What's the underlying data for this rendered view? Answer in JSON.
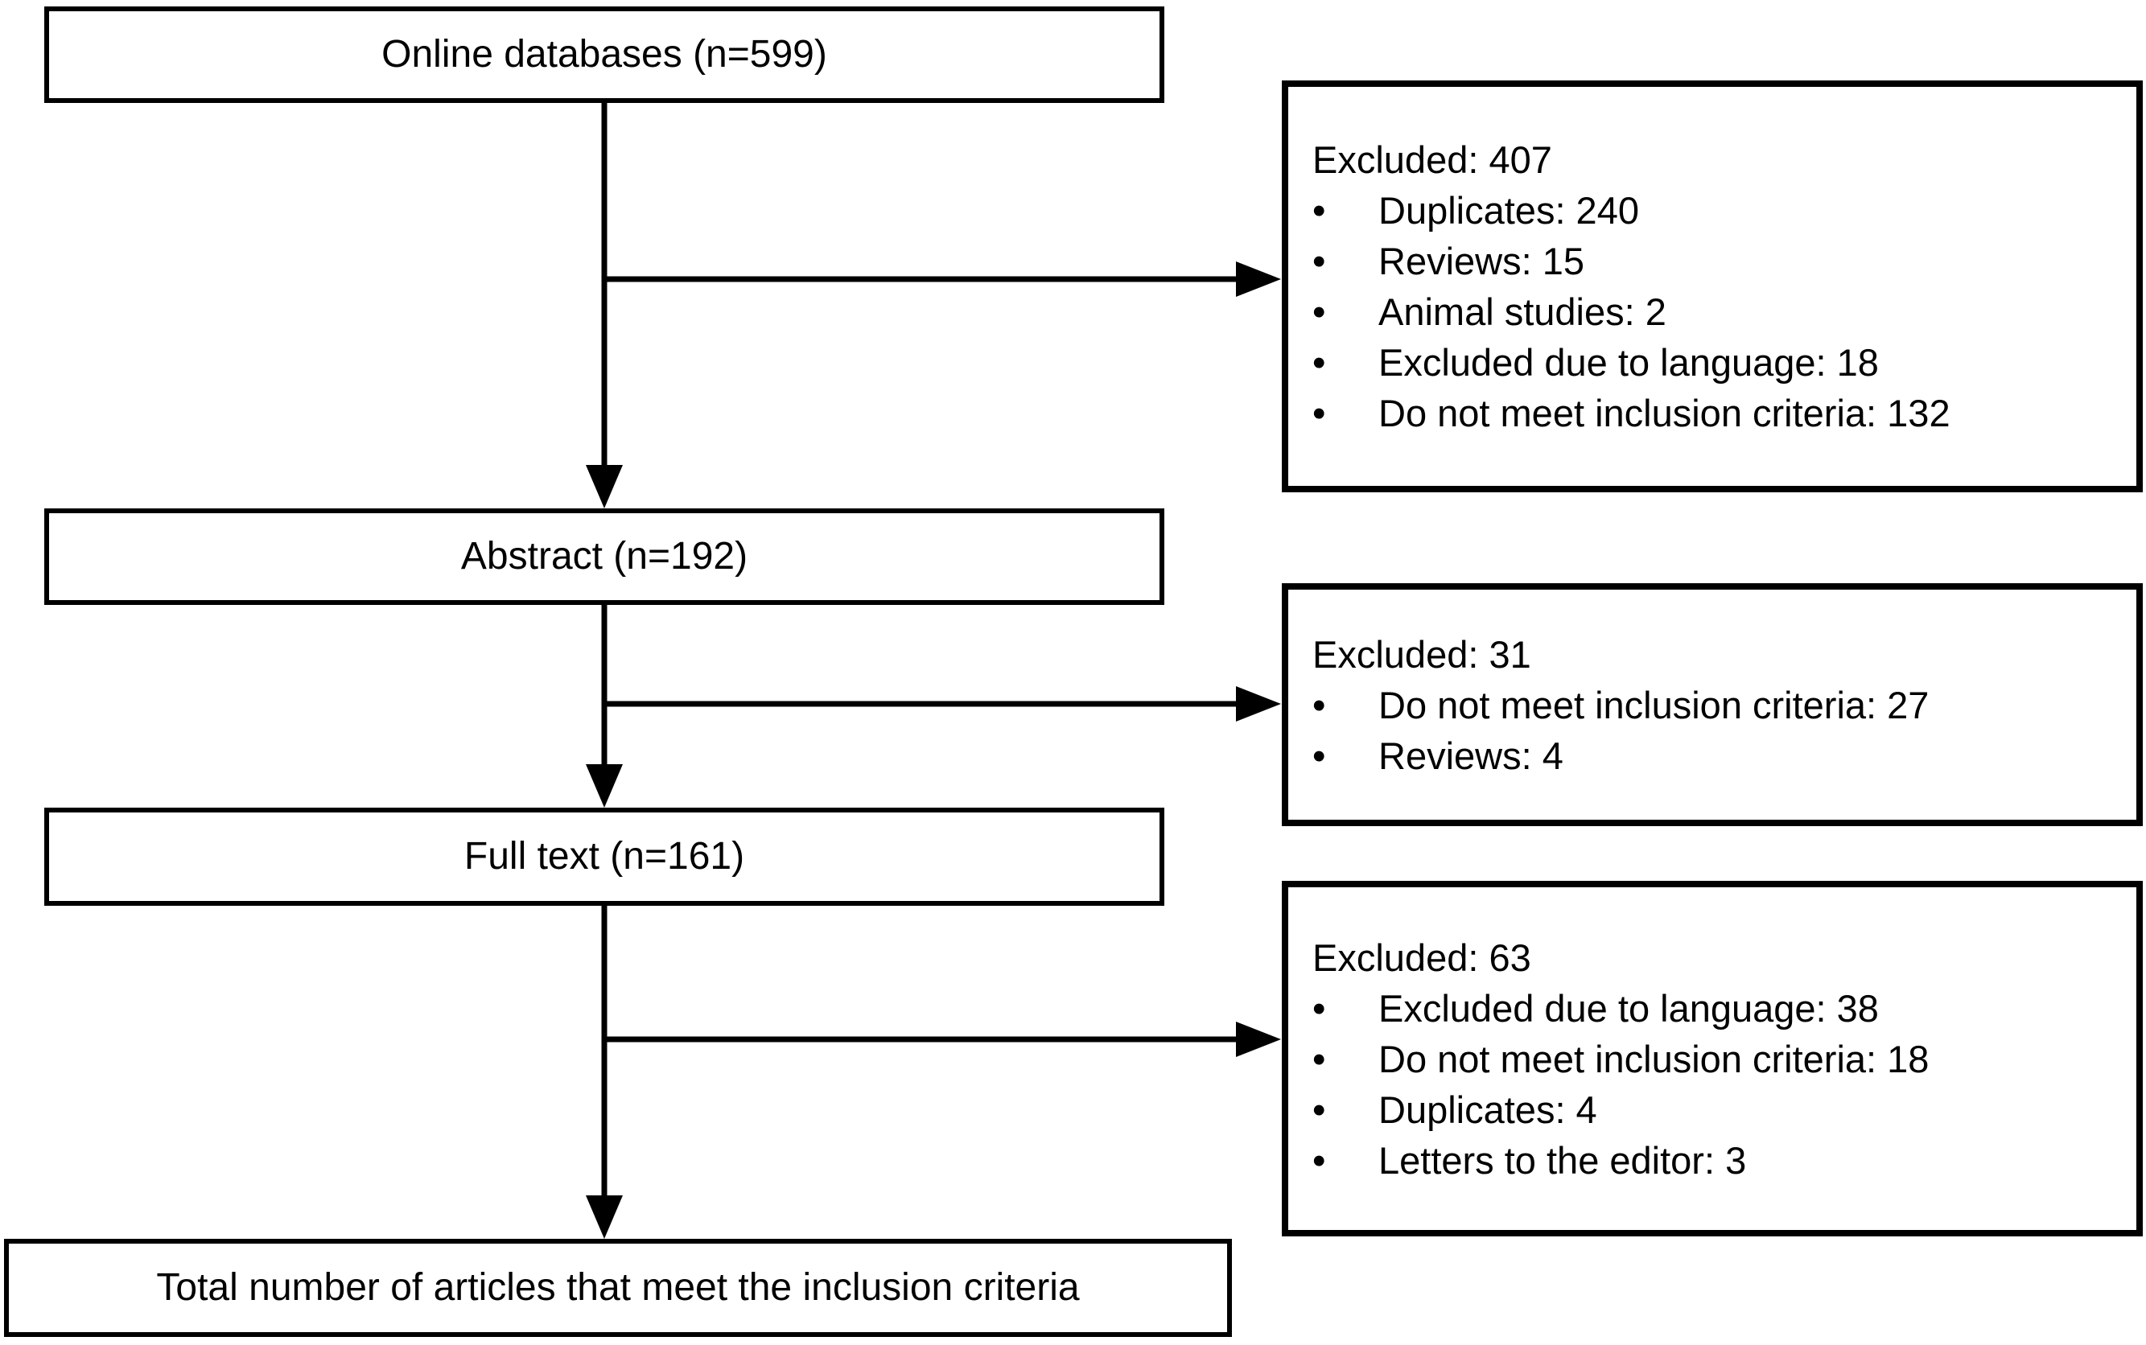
{
  "flowchart": {
    "main_boxes": [
      {
        "label": "Online databases (n=599)"
      },
      {
        "label": "Abstract (n=192)"
      },
      {
        "label": "Full text (n=161)"
      },
      {
        "label": "Total number of articles that meet the inclusion criteria"
      }
    ],
    "exclusion_boxes": [
      {
        "title": "Excluded: 407",
        "items": [
          "Duplicates: 240",
          "Reviews: 15",
          "Animal studies: 2",
          "Excluded due to language: 18",
          "Do not meet inclusion criteria: 132"
        ]
      },
      {
        "title": "Excluded: 31",
        "items": [
          "Do not meet inclusion criteria: 27",
          "Reviews: 4"
        ]
      },
      {
        "title": "Excluded: 63",
        "items": [
          "Excluded due to language: 38",
          "Do not meet inclusion criteria: 18",
          "Duplicates: 4",
          "Letters to the editor: 3"
        ]
      }
    ],
    "colors": {
      "border": "#000000",
      "text": "#000000",
      "background": "#ffffff"
    }
  }
}
